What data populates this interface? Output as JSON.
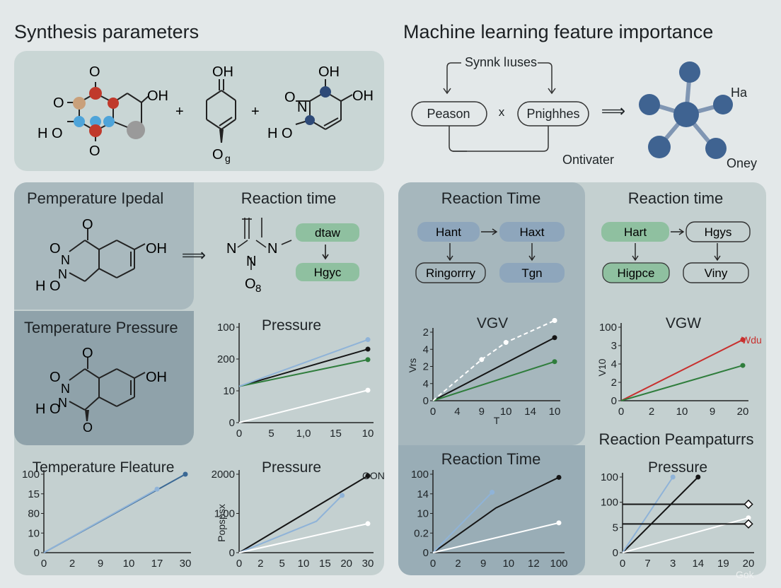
{
  "headers": {
    "left": "Synthesis parameters",
    "right": "Machine learning feature importance"
  },
  "colors": {
    "background": "#e3e8e9",
    "panel_light": "#cbd7d7",
    "panel_mid": "#a9b9be",
    "panel_dark": "#8fa2aa",
    "green_pill": "#8fc0a0",
    "blue_pill": "#8ea6bc",
    "series_black": "#151515",
    "series_green": "#2f7d3c",
    "series_blue": "#8fb3d8",
    "series_white": "#ffffff",
    "series_red": "#c8302e"
  },
  "top_left": {
    "molecule1": {
      "o_top": "O",
      "o_left": "O",
      "oh_right": "OH",
      "ho": "H O",
      "o_bottom": "O"
    },
    "plus1": "+",
    "molecule2": {
      "oh": "OH",
      "o_bottom": "O",
      "sub": "g"
    },
    "plus2": "+",
    "molecule3": {
      "oh_top": "OH",
      "oh_right": "OH",
      "o_left": "O",
      "n": "N",
      "ho": "H O"
    }
  },
  "top_right": {
    "top_label": "Synnk lıuses",
    "left_node": "Peason",
    "cross": "x",
    "right_node": "Pnighhes",
    "arrow": "⟹",
    "bottom_label": "Ontivater",
    "mol_label_top": "Ha",
    "mol_label_bottom": "Oney"
  },
  "panel_a": {
    "title": "Pemperature Ipedal",
    "mol": {
      "o_top": "O",
      "o1": "O",
      "n1": "N",
      "oh": "OH",
      "ho": "H O",
      "n2": "N"
    },
    "arrow": "⟹"
  },
  "panel_b": {
    "title": "Reaction time",
    "mol": {
      "n1": "N",
      "n2": "N",
      "n3": "N",
      "o": "O",
      "sub": "8"
    },
    "box_top": "dtaw",
    "box_bottom": "Hgyc"
  },
  "panel_c": {
    "title": "Temperature Pressure",
    "mol": {
      "o_top": "O",
      "o1": "O",
      "n1": "N",
      "oh": "OH",
      "ho": "H O",
      "n2": "N",
      "o_bottom": "O"
    }
  },
  "panel_d": {
    "title": "Reaction Time",
    "flow": {
      "n1": "Hant",
      "n2": "Haxt",
      "n3": "Ringorrry",
      "n4": "Tgn"
    }
  },
  "panel_e": {
    "title": "Reaction time",
    "flow": {
      "n1": "Hart",
      "n2": "Hgys",
      "n3": "Higpce",
      "n4": "Viny"
    }
  },
  "panel_f": {
    "title": "Reaction Time"
  },
  "panel_g": {
    "title": "Reaction Peampaturrs"
  },
  "chart_data": [
    {
      "type": "line",
      "title": "Pressure",
      "yticks": [
        "100",
        "200",
        "10",
        "0"
      ],
      "xticks": [
        "0",
        "5",
        "1,0",
        "15",
        "10"
      ],
      "series": [
        {
          "x": [
            0,
            1
          ],
          "y": [
            0.38,
            0.77
          ]
        },
        {
          "x": [
            0,
            1
          ],
          "y": [
            0.38,
            0.66
          ]
        },
        {
          "x": [
            0,
            1
          ],
          "y": [
            0.38,
            0.87
          ]
        },
        {
          "x": [
            0,
            1
          ],
          "y": [
            0.0,
            0.34
          ]
        }
      ]
    },
    {
      "type": "line",
      "title": "VGV",
      "ylabel": "Vrs",
      "xlabel": "T",
      "yticks": [
        "2",
        "4",
        "2",
        "4",
        "0"
      ],
      "xticks": [
        "0",
        "4",
        "9",
        "10",
        "14",
        "10"
      ],
      "series": [
        {
          "x": [
            0,
            1
          ],
          "y": [
            0,
            0.92
          ]
        },
        {
          "x": [
            0,
            1
          ],
          "y": [
            0,
            0.57
          ]
        },
        {
          "x": [
            0,
            0.4,
            0.6,
            1
          ],
          "y": [
            0,
            0.6,
            0.85,
            1.17
          ]
        }
      ]
    },
    {
      "type": "line",
      "title": "VGW",
      "ylabel": "V10",
      "yticks": [
        "100",
        "3",
        "4",
        "2",
        "0"
      ],
      "xticks": [
        "0",
        "2",
        "10",
        "9",
        "20"
      ],
      "annotation": "Wdu",
      "series": [
        {
          "x": [
            0,
            1
          ],
          "y": [
            0,
            0.83
          ]
        },
        {
          "x": [
            0,
            1
          ],
          "y": [
            0,
            0.48
          ]
        }
      ]
    },
    {
      "type": "line",
      "title": "Temperature Fleature",
      "yticks": [
        "100",
        "15",
        "80",
        "10",
        "0"
      ],
      "xticks": [
        "0",
        "2",
        "9",
        "10",
        "17",
        "30"
      ],
      "series": [
        {
          "x": [
            0,
            1
          ],
          "y": [
            0,
            1.0
          ]
        },
        {
          "x": [
            0,
            0.8
          ],
          "y": [
            0,
            0.81
          ]
        }
      ]
    },
    {
      "type": "line",
      "title": "Pressure",
      "ylabel": "Popspsx",
      "annotation": "GON",
      "yticks": [
        "2000",
        "1,00",
        "0"
      ],
      "xticks": [
        "0",
        "2",
        "5",
        "10",
        "15",
        "20",
        "30"
      ],
      "series": [
        {
          "x": [
            0,
            1
          ],
          "y": [
            0,
            0.98
          ]
        },
        {
          "x": [
            0,
            0.6,
            0.8
          ],
          "y": [
            0,
            0.4,
            0.73
          ]
        },
        {
          "x": [
            0,
            1
          ],
          "y": [
            0,
            0.37
          ]
        }
      ]
    },
    {
      "type": "line",
      "yticks": [
        "100",
        "14",
        "10",
        "0.2",
        "0"
      ],
      "xticks": [
        "0",
        "2",
        "9",
        "10",
        "12",
        "100"
      ],
      "series": [
        {
          "x": [
            0,
            0.5,
            1
          ],
          "y": [
            0,
            0.57,
            0.96
          ]
        },
        {
          "x": [
            0,
            0.47
          ],
          "y": [
            0,
            0.77
          ]
        },
        {
          "x": [
            0,
            1
          ],
          "y": [
            0,
            0.38
          ]
        }
      ]
    },
    {
      "type": "line",
      "title": "Pressure",
      "yticks": [
        "100",
        "100",
        "5",
        "0"
      ],
      "xticks": [
        "0",
        "7",
        "3",
        "14",
        "19",
        "20"
      ],
      "series": [
        {
          "x": [
            0,
            0.6
          ],
          "y": [
            0,
            1.0
          ]
        },
        {
          "x": [
            0,
            0.4
          ],
          "y": [
            0,
            1.0
          ]
        },
        {
          "x": [
            0,
            1
          ],
          "y": [
            0,
            0.46
          ]
        },
        {
          "x": [
            0,
            1
          ],
          "y": [
            0.64,
            0.64
          ]
        },
        {
          "x": [
            0,
            1
          ],
          "y": [
            0.38,
            0.38
          ]
        }
      ]
    }
  ],
  "watermark": "Gok"
}
